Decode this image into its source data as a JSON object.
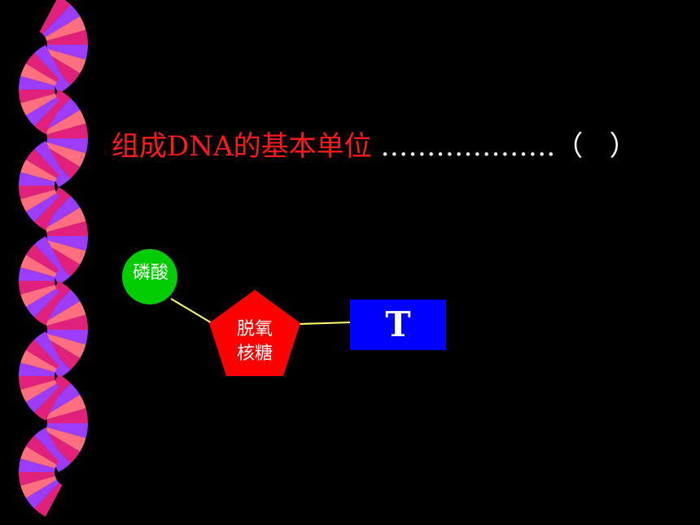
{
  "question": {
    "title": "组成DNA的基本单位",
    "dots": "……………….",
    "blank_open": "（",
    "blank_close": "）"
  },
  "nucleotide": {
    "phosphate": "磷酸",
    "sugar_line1": "脱氧",
    "sugar_line2": "核糖",
    "base": "T"
  },
  "colors": {
    "background": "#000000",
    "title_text": "#ff1a1a",
    "dots_text": "#ffffff",
    "phosphate_fill": "#00cc00",
    "sugar_fill": "#ff0000",
    "base_fill": "#0000ff",
    "bond_line": "#ffff66",
    "ribbon_magenta": "#e0207a",
    "ribbon_purple": "#9b3cff",
    "ribbon_pink": "#ff6f80"
  }
}
